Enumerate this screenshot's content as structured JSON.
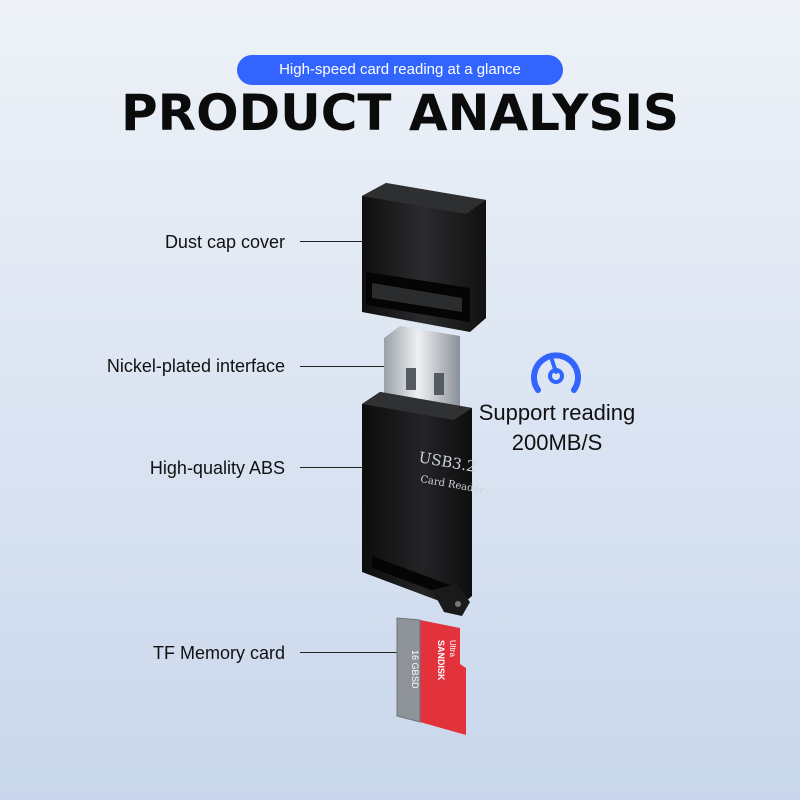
{
  "banner": {
    "subtitle": "High-speed card reading at a glance"
  },
  "header": {
    "title": "PRODUCT ANALYSIS"
  },
  "callouts": [
    {
      "label": "Dust cap cover"
    },
    {
      "label": "Nickel-plated interface"
    },
    {
      "label": "High-quality ABS"
    },
    {
      "label": "TF Memory card"
    }
  ],
  "feature": {
    "line1": "Support reading",
    "line2": "200MB/S",
    "icon": "speedometer-icon"
  },
  "device": {
    "brand_line1": "USB3.2",
    "brand_line2": "Card Reader"
  },
  "card": {
    "brand": "SANDISK",
    "series": "Ultra",
    "capacity": "16 GB",
    "type": "SD",
    "class": "class"
  },
  "colors": {
    "accent": "#3264ff",
    "body": "#1a1a1a",
    "card_red": "#e2333d",
    "card_gray": "#8e9299"
  }
}
